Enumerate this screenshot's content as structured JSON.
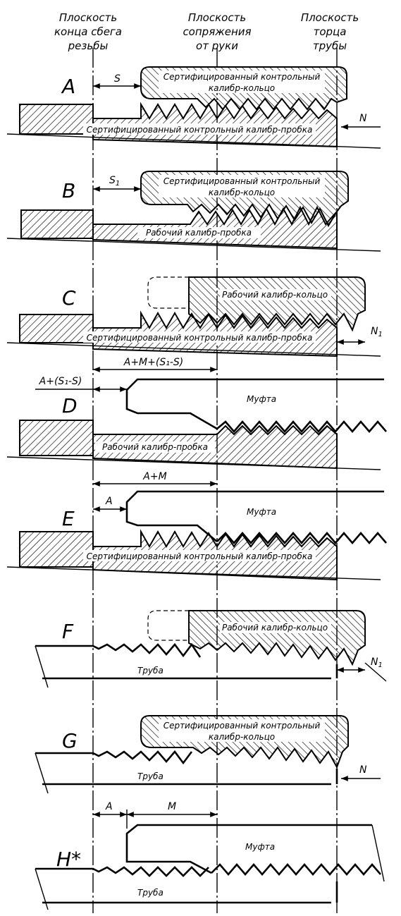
{
  "headers": {
    "thread_runout_plane": [
      "Плоскость",
      "конца сбега",
      "резьбы"
    ],
    "handtight_plane": [
      "Плоскость",
      "сопряжения",
      "от руки"
    ],
    "pipe_end_plane": [
      "Плоскость",
      "торца",
      "трубы"
    ]
  },
  "rows": {
    "A": {
      "letter": "A",
      "dim": "S",
      "ring_label": [
        "Сертифицированный контрольный",
        "калибр-кольцо"
      ],
      "plug_label": "Сертифицированный контрольный калибр-пробка",
      "end_dim": "N"
    },
    "B": {
      "letter": "B",
      "dim": "S",
      "dim_sub": "1",
      "ring_label": [
        "Сертифицированный контрольный",
        "калибр-кольцо"
      ],
      "plug_label": "Рабочий калибр-пробка"
    },
    "C": {
      "letter": "C",
      "ring_label": "Рабочий калибр-кольцо",
      "plug_label": "Сертифицированный контрольный калибр-пробка",
      "end_dim": "N",
      "end_dim_sub": "1"
    },
    "D": {
      "letter": "D",
      "dim_top": "A+M+(S₁-S)",
      "dim_left": "A+(S₁-S)",
      "coupling_label": "Муфта",
      "plug_label": "Рабочий калибр-пробка"
    },
    "E": {
      "letter": "E",
      "dim_top": "A+M",
      "dim_a": "A",
      "coupling_label": "Муфта",
      "plug_label": "Сертифицированный контрольный калибр-пробка"
    },
    "F": {
      "letter": "F",
      "ring_label": "Рабочий калибр-кольцо",
      "pipe_label": "Труба",
      "end_dim": "N",
      "end_dim_sub": "1"
    },
    "G": {
      "letter": "G",
      "ring_label": [
        "Сертифицированный контрольный",
        "калибр-кольцо"
      ],
      "pipe_label": "Труба",
      "end_dim": "N"
    },
    "H": {
      "letter": "H*",
      "dim_a": "A",
      "dim_m": "M",
      "coupling_label": "Муфта",
      "pipe_label": "Труба"
    }
  }
}
